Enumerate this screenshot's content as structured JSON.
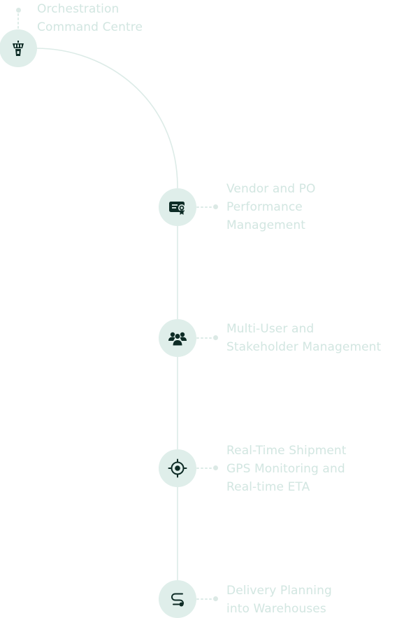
{
  "colors": {
    "node_fill": "#dfeeea",
    "icon": "#0d2b25",
    "line": "#dcebe7",
    "text": "#d2e6e1"
  },
  "steps": [
    {
      "id": "orchestration",
      "icon": "control-tower-icon",
      "lines": [
        "Orchestration",
        "Command Centre"
      ]
    },
    {
      "id": "vendor",
      "icon": "certificate-icon",
      "lines": [
        "Vendor and PO",
        "Performance",
        "Management"
      ]
    },
    {
      "id": "multiuser",
      "icon": "users-icon",
      "lines": [
        "Multi-User and",
        "Stakeholder Management"
      ]
    },
    {
      "id": "gps",
      "icon": "crosshair-icon",
      "lines": [
        "Real-Time Shipment",
        "GPS Monitoring and",
        "Real-time ETA"
      ]
    },
    {
      "id": "delivery",
      "icon": "route-icon",
      "lines": [
        "Delivery Planning",
        "into Warehouses"
      ]
    }
  ]
}
